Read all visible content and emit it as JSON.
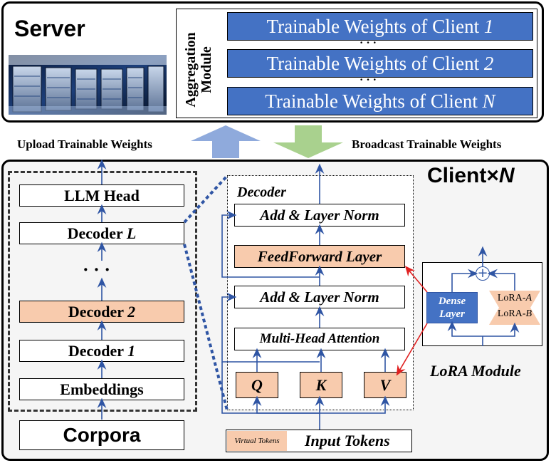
{
  "server": {
    "title": "Server",
    "aggregation_module": "Aggregation Module",
    "weights": [
      {
        "prefix": "Trainable Weights of Client ",
        "suffix": "1"
      },
      {
        "prefix": "Trainable Weights of Client ",
        "suffix": "2"
      },
      {
        "prefix": "Trainable Weights of Client ",
        "suffix": "N"
      }
    ],
    "ellipsis": "· · ·"
  },
  "transfer": {
    "upload": "Upload Trainable Weights",
    "broadcast": "Broadcast Trainable Weights"
  },
  "client": {
    "title_prefix": "Client×",
    "title_suffix": "N",
    "stack": {
      "llm_head": "LLM Head",
      "decoder_l_prefix": "Decoder ",
      "decoder_l_suffix": "L",
      "dots": "· · ·",
      "decoder_2_prefix": "Decoder ",
      "decoder_2_suffix": "2",
      "decoder_1_prefix": "Decoder ",
      "decoder_1_suffix": "1",
      "embeddings": "Embeddings",
      "corpora": "Corpora"
    },
    "decoder": {
      "title": "Decoder",
      "add_norm_top": "Add & Layer Norm",
      "feedforward": "FeedForward Layer",
      "add_norm_bottom": "Add & Layer Norm",
      "attention": "Multi-Head Attention",
      "q": "Q",
      "k": "K",
      "v": "V"
    },
    "input": {
      "virtual_tokens": "Virtual Tokens",
      "input_tokens": "Input Tokens"
    },
    "lora": {
      "dense_layer": "Dense Layer",
      "lora_a_prefix": "LoRA-",
      "lora_a_suffix": "A",
      "lora_b_prefix": "LoRA-",
      "lora_b_suffix": "B",
      "plus": "+",
      "caption": "LoRA Module"
    }
  },
  "colors": {
    "accent_blue": "#4472c4",
    "peach": "#f8cbad",
    "upload_arrow": "#8faadc",
    "broadcast_arrow": "#a9d18e",
    "connector_blue": "#2f55a4",
    "lora_arrow_red": "#e02020"
  }
}
